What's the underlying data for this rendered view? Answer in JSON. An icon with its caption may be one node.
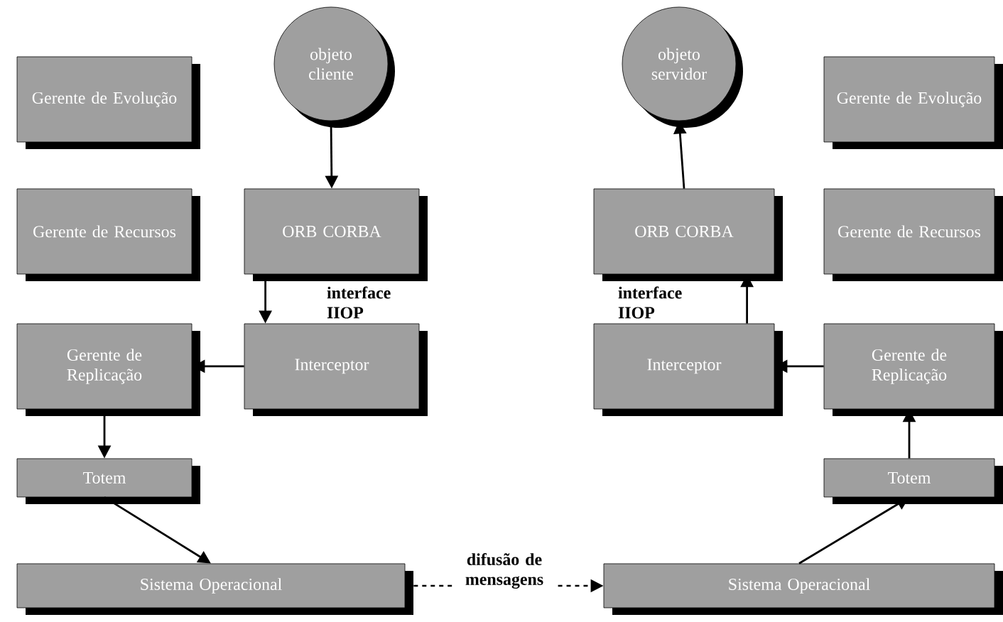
{
  "diagram": {
    "nodes": [
      {
        "text": [
          "Gerente de Evolução"
        ]
      },
      {
        "text": [
          "objeto cliente"
        ]
      },
      {
        "text": [
          "objeto servidor"
        ]
      },
      {
        "text": [
          "Gerente de Evolução"
        ]
      },
      {
        "text": [
          "Gerente de Recursos"
        ]
      },
      {
        "text": [
          "ORB CORBA"
        ]
      },
      {
        "text": [
          "ORB CORBA"
        ]
      },
      {
        "text": [
          "Gerente de Recursos"
        ]
      },
      {
        "text": [
          "Gerente de Replicação"
        ]
      },
      {
        "text": [
          "Interceptor"
        ]
      },
      {
        "text": [
          "Interceptor"
        ]
      },
      {
        "text": [
          "Gerente de Replicação"
        ]
      },
      {
        "text": [
          "Totem"
        ]
      },
      {
        "text": [
          "Totem"
        ]
      },
      {
        "text": [
          "Sistema Operacional"
        ]
      },
      {
        "text": [
          "Sistema Operacional"
        ]
      }
    ],
    "edges": [
      {
        "from": 1,
        "to": 5,
        "arrow": "to"
      },
      {
        "from": 5,
        "to": 9,
        "arrow": "to",
        "label": "interface IIOP"
      },
      {
        "from": 9,
        "to": 8,
        "arrow": "to"
      },
      {
        "from": 8,
        "to": 12,
        "arrow": "to"
      },
      {
        "from": 12,
        "to": 14,
        "arrow": "to"
      },
      {
        "from": 14,
        "to": 15,
        "arrow": "to",
        "style": "dashed",
        "label": "difusão de mensagens"
      },
      {
        "from": 15,
        "to": 13,
        "arrow": "to"
      },
      {
        "from": 13,
        "to": 11,
        "arrow": "to"
      },
      {
        "from": 11,
        "to": 10,
        "arrow": "to"
      },
      {
        "from": 10,
        "to": 6,
        "arrow": "to",
        "label": "interface IIOP"
      },
      {
        "from": 6,
        "to": 2,
        "arrow": "to"
      }
    ]
  }
}
